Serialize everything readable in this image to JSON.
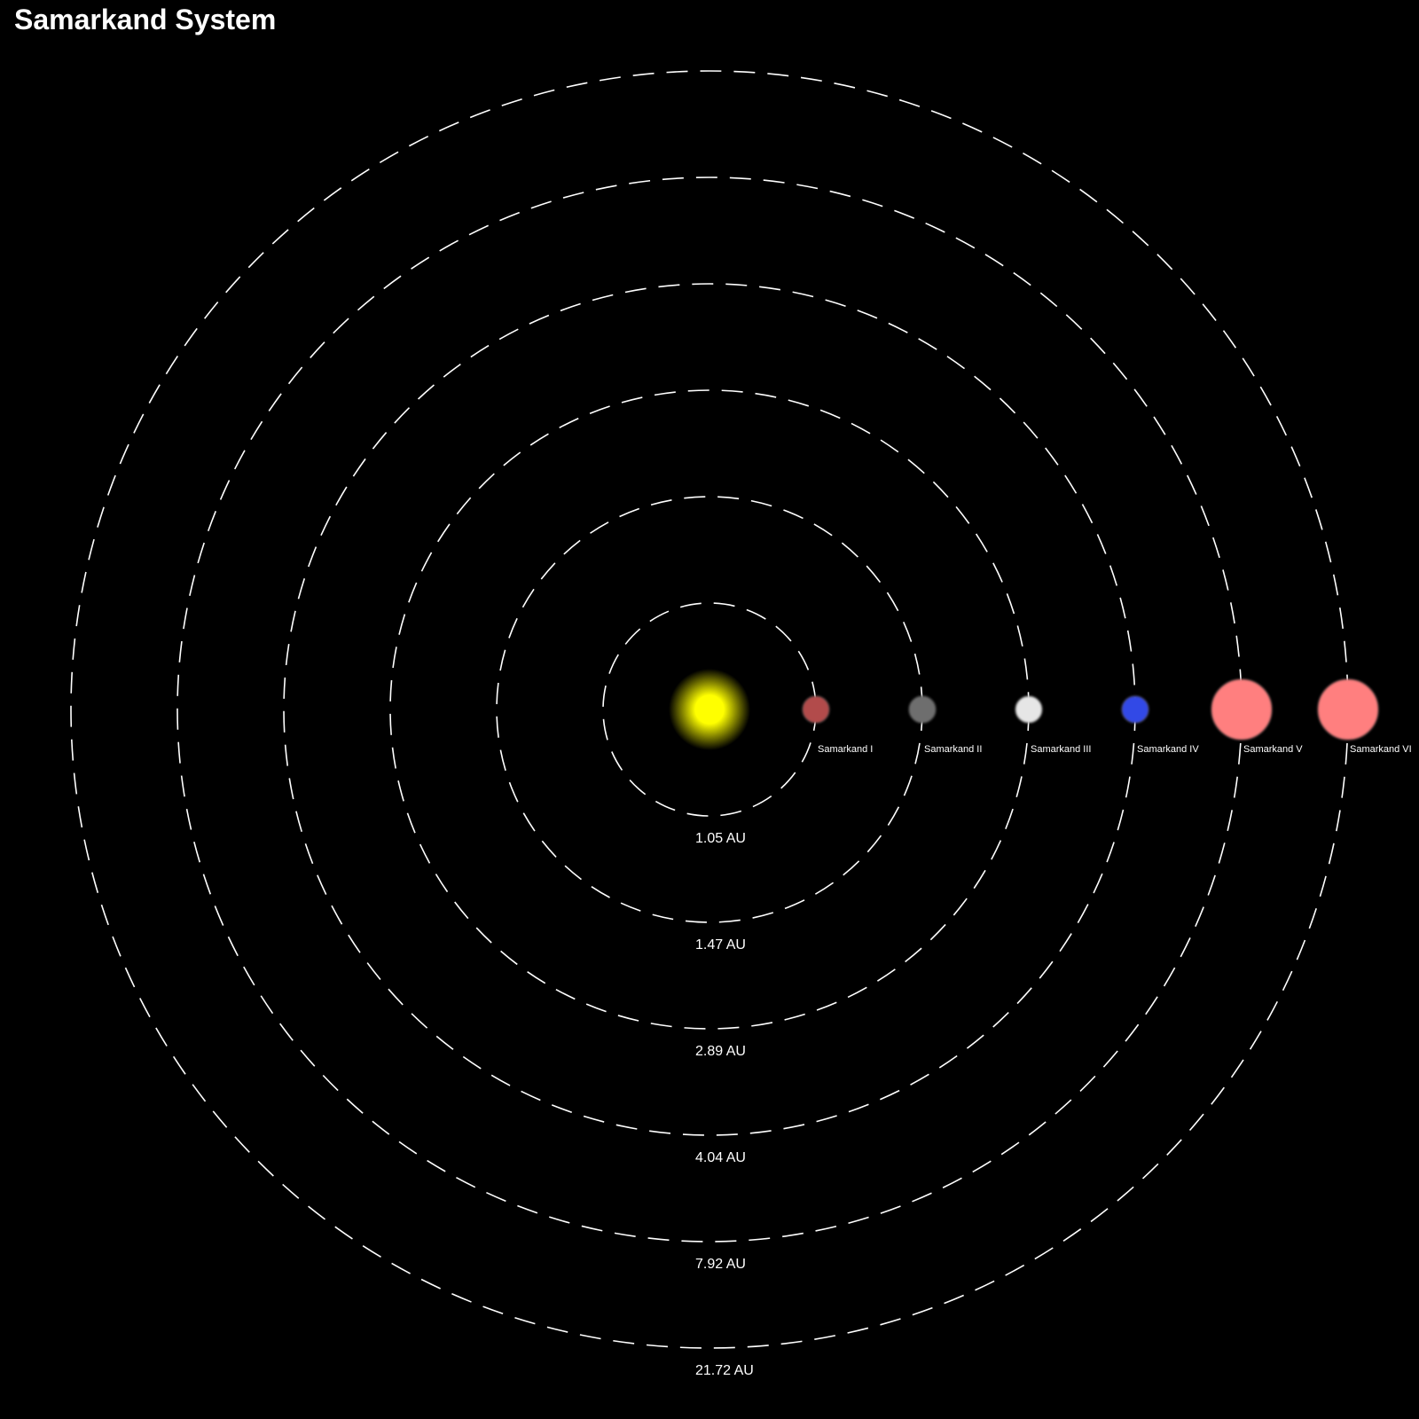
{
  "title": "Samarkand System",
  "colors": {
    "background": "#000000",
    "orbit": "#ffffff",
    "star": "#ffff00"
  },
  "chart_data": {
    "type": "orbit-diagram",
    "star": {
      "color": "#ffff00"
    },
    "orbits": [
      {
        "distance_au": 1.05,
        "label": "1.05 AU"
      },
      {
        "distance_au": 1.47,
        "label": "1.47 AU"
      },
      {
        "distance_au": 2.89,
        "label": "2.89 AU"
      },
      {
        "distance_au": 4.04,
        "label": "4.04 AU"
      },
      {
        "distance_au": 7.92,
        "label": "7.92 AU"
      },
      {
        "distance_au": 21.72,
        "label": "21.72 AU"
      }
    ],
    "planets": [
      {
        "name": "Samarkand I",
        "color": "#b24b4b",
        "size": "small"
      },
      {
        "name": "Samarkand II",
        "color": "#6e6e6e",
        "size": "small"
      },
      {
        "name": "Samarkand III",
        "color": "#e6e6e6",
        "size": "small"
      },
      {
        "name": "Samarkand IV",
        "color": "#3349e6",
        "size": "small"
      },
      {
        "name": "Samarkand V",
        "color": "#ff7f7f",
        "size": "large"
      },
      {
        "name": "Samarkand VI",
        "color": "#ff7f7f",
        "size": "large"
      }
    ]
  }
}
